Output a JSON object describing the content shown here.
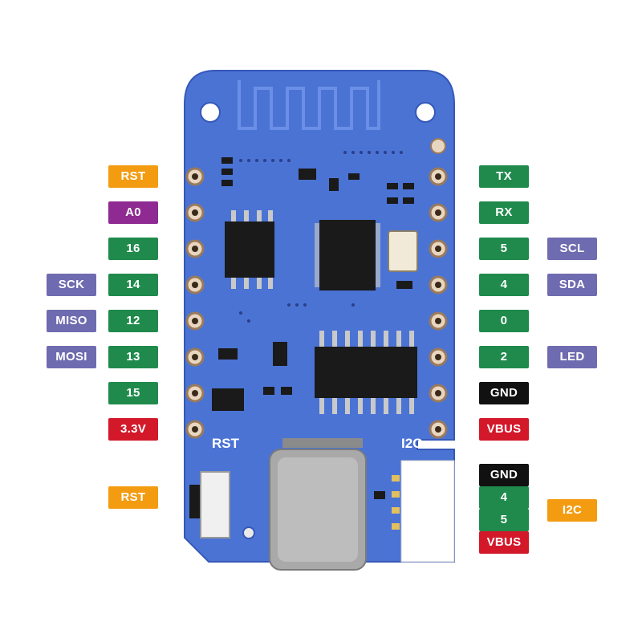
{
  "colors": {
    "board": "#4a73d4",
    "board_dark": "#3558b8",
    "chip": "#1a1a1a",
    "orange": "#f39c12",
    "purple": "#8e2a91",
    "green": "#1f8a4c",
    "lavender": "#6f6bb0",
    "red": "#d3182a",
    "black": "#111111"
  },
  "board": {
    "silk_rst": "RST",
    "silk_i2c": "I2C"
  },
  "left_pins": [
    {
      "main": "RST",
      "main_color": "orange"
    },
    {
      "main": "A0",
      "main_color": "purple"
    },
    {
      "main": "16",
      "main_color": "green"
    },
    {
      "main": "14",
      "main_color": "green",
      "func": "SCK"
    },
    {
      "main": "12",
      "main_color": "green",
      "func": "MISO"
    },
    {
      "main": "13",
      "main_color": "green",
      "func": "MOSI"
    },
    {
      "main": "15",
      "main_color": "green"
    },
    {
      "main": "3.3V",
      "main_color": "red"
    }
  ],
  "right_pins": [
    {
      "main": "TX",
      "main_color": "green"
    },
    {
      "main": "RX",
      "main_color": "green"
    },
    {
      "main": "5",
      "main_color": "green",
      "func": "SCL"
    },
    {
      "main": "4",
      "main_color": "green",
      "func": "SDA"
    },
    {
      "main": "0",
      "main_color": "green"
    },
    {
      "main": "2",
      "main_color": "green",
      "func": "LED"
    },
    {
      "main": "GND",
      "main_color": "black"
    },
    {
      "main": "VBUS",
      "main_color": "red"
    }
  ],
  "rst_button": {
    "label": "RST"
  },
  "i2c_connector": {
    "pins": [
      {
        "label": "GND",
        "color": "black"
      },
      {
        "label": "4",
        "color": "green"
      },
      {
        "label": "5",
        "color": "green"
      },
      {
        "label": "VBUS",
        "color": "red"
      }
    ],
    "group_label": "I2C"
  }
}
